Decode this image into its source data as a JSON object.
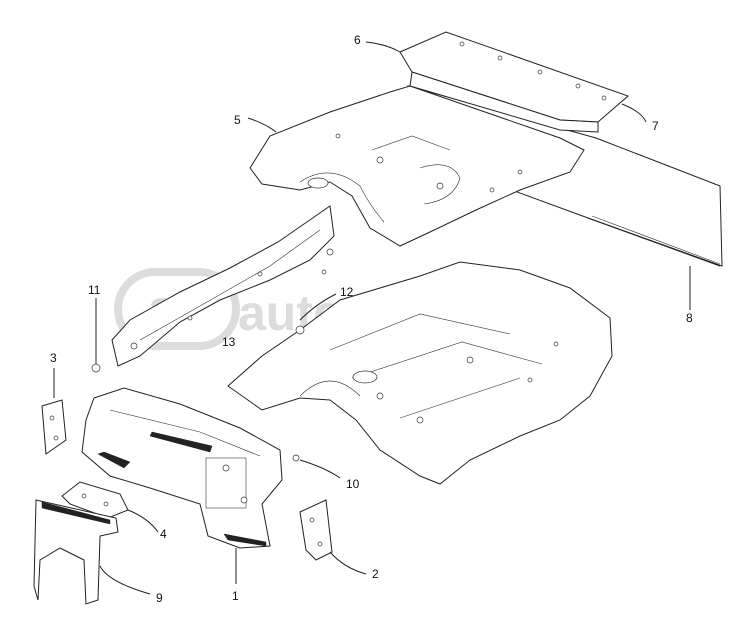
{
  "watermark": {
    "text": "autopiter.ru",
    "color": "#d9d9d9"
  },
  "callouts": [
    {
      "id": "1",
      "label": "1"
    },
    {
      "id": "2",
      "label": "2"
    },
    {
      "id": "3",
      "label": "3"
    },
    {
      "id": "4",
      "label": "4"
    },
    {
      "id": "5",
      "label": "5"
    },
    {
      "id": "6",
      "label": "6"
    },
    {
      "id": "7",
      "label": "7"
    },
    {
      "id": "8",
      "label": "8"
    },
    {
      "id": "9",
      "label": "9"
    },
    {
      "id": "10",
      "label": "10"
    },
    {
      "id": "11",
      "label": "11"
    },
    {
      "id": "12",
      "label": "12"
    },
    {
      "id": "13",
      "label": "13"
    }
  ]
}
